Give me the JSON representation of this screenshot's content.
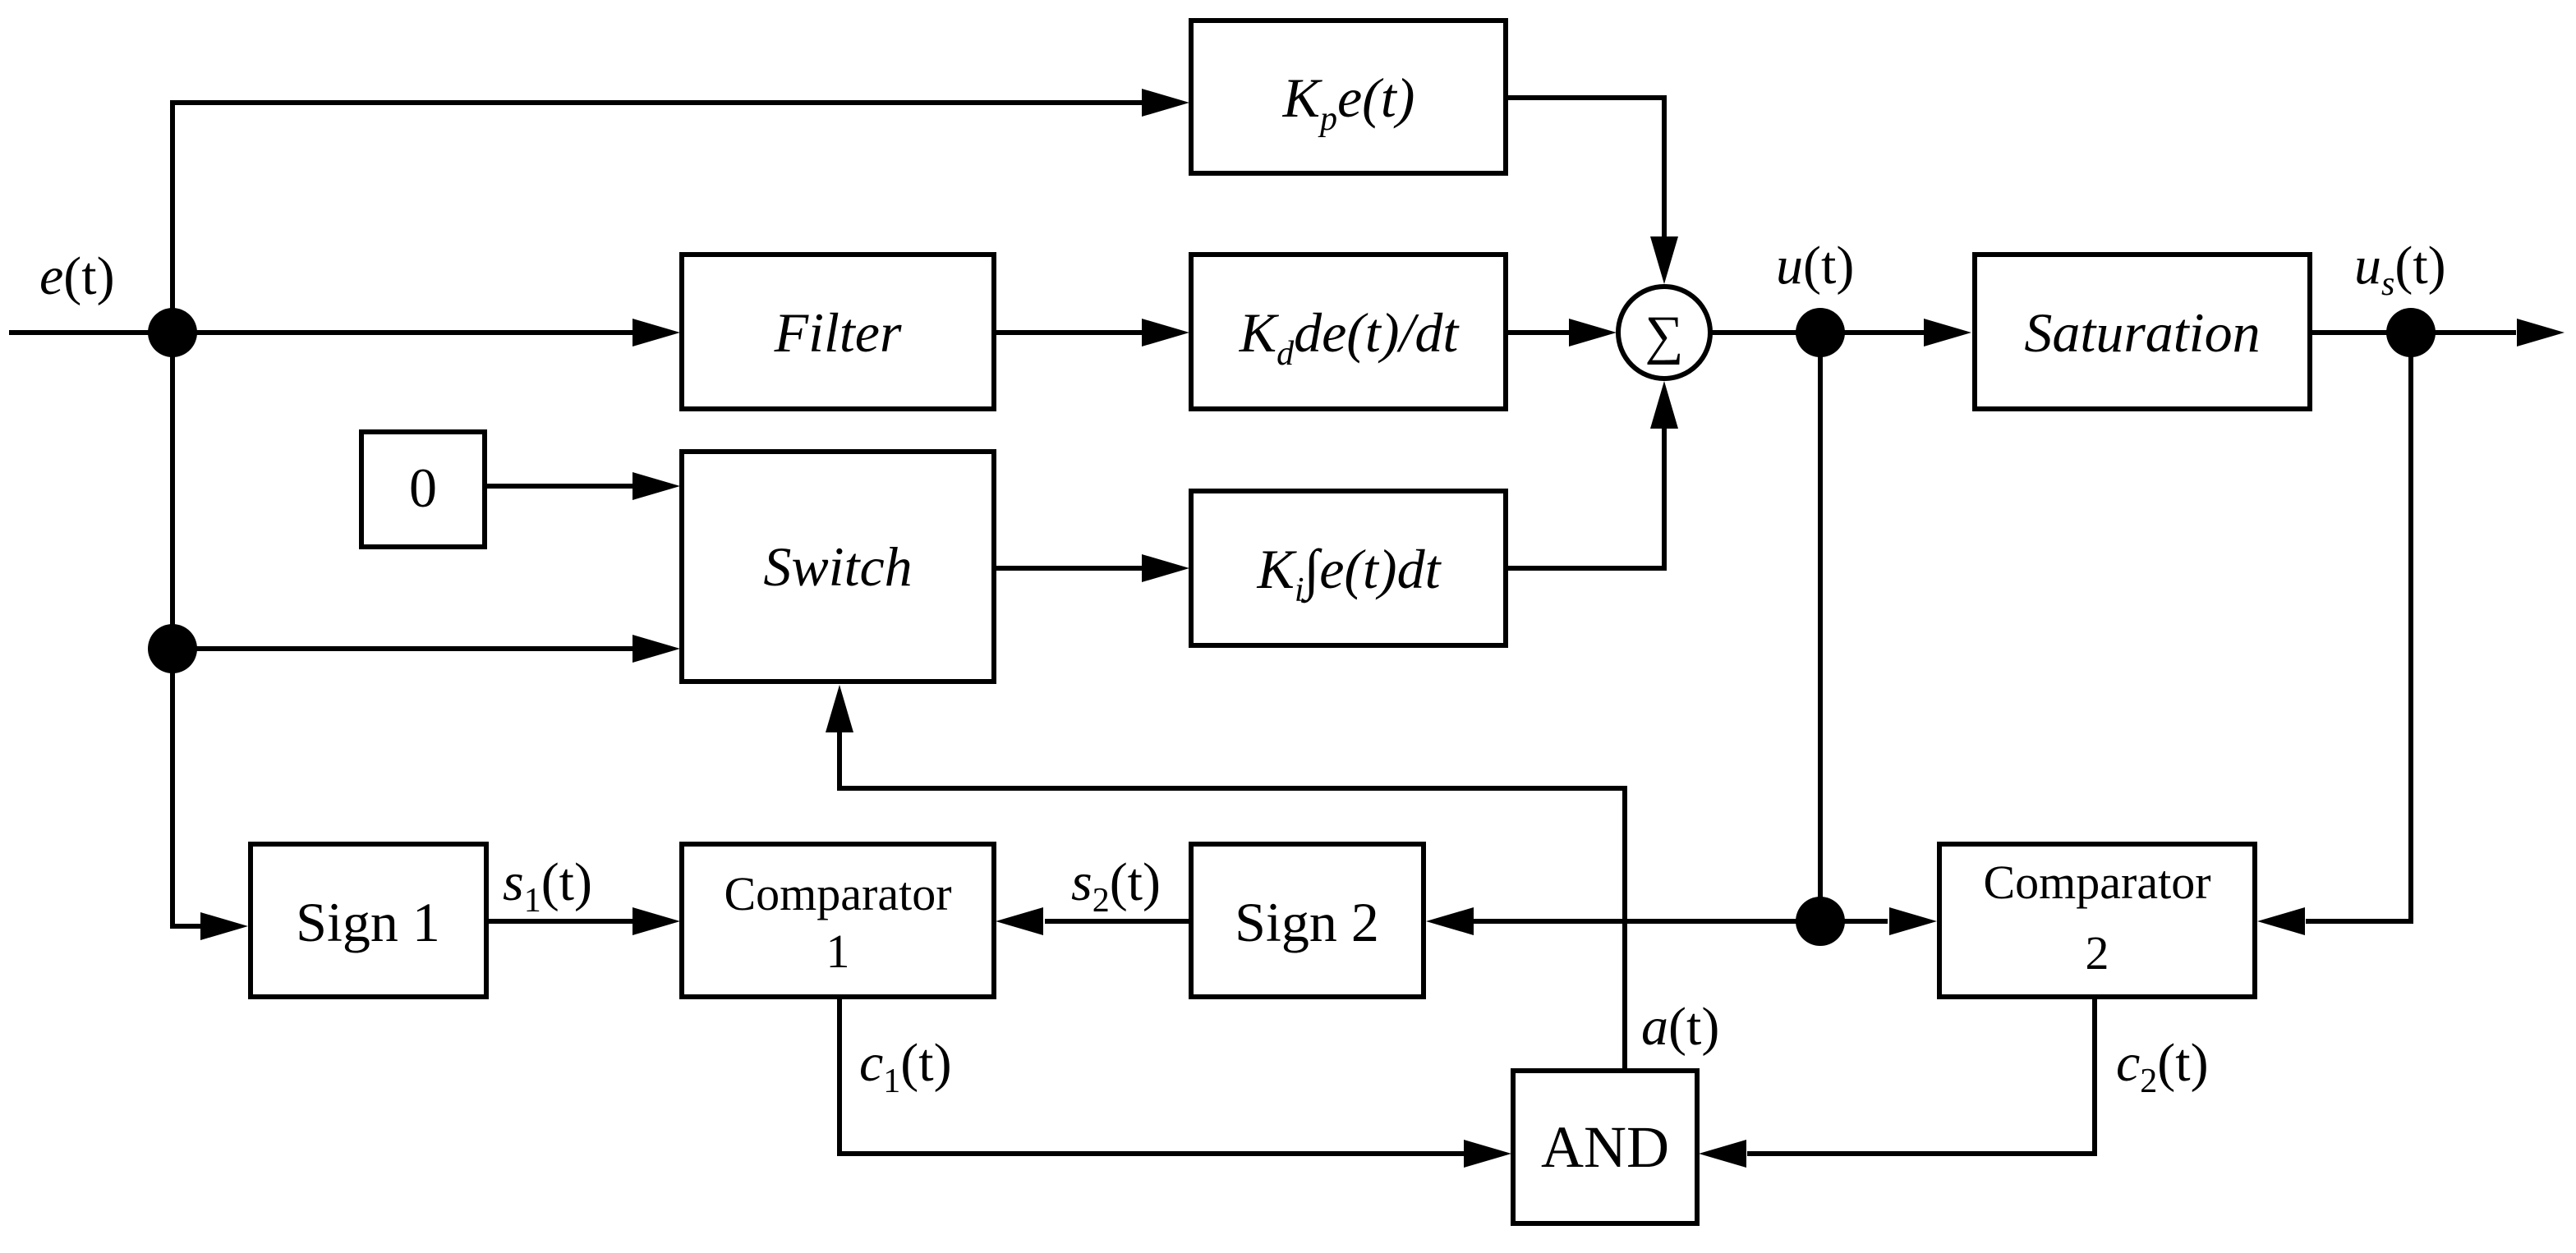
{
  "blocks": {
    "kp": {
      "k": "K",
      "sub": "p",
      "rest": "e",
      "paren": "(t)"
    },
    "filter": "Filter",
    "kd": {
      "k": "K",
      "sub": "d",
      "rest": "de",
      "paren": "(t)",
      "tail": "/dt"
    },
    "zero": "0",
    "switch": "Switch",
    "ki": {
      "k": "K",
      "sub": "i",
      "integral": "∫",
      "rest": "e",
      "paren": "(t)",
      "tail": "dt"
    },
    "sum": "∑",
    "saturation": "Saturation",
    "sign1": "Sign 1",
    "comparator1": {
      "line1": "Comparator",
      "line2": "1"
    },
    "sign2": "Sign 2",
    "comparator2": {
      "line1": "Comparator",
      "line2": "2"
    },
    "and": "AND"
  },
  "signals": {
    "e": {
      "v": "e",
      "paren": "(t)"
    },
    "u": {
      "v": "u",
      "paren": "(t)"
    },
    "us": {
      "v": "u",
      "sub": "s",
      "paren": "(t)"
    },
    "s1": {
      "v": "s",
      "sub": "1",
      "paren": "(t)"
    },
    "s2": {
      "v": "s",
      "sub": "2",
      "paren": "(t)"
    },
    "c1": {
      "v": "c",
      "sub": "1",
      "paren": "(t)"
    },
    "c2": {
      "v": "c",
      "sub": "2",
      "paren": "(t)"
    },
    "a": {
      "v": "a",
      "paren": "(t)"
    }
  }
}
